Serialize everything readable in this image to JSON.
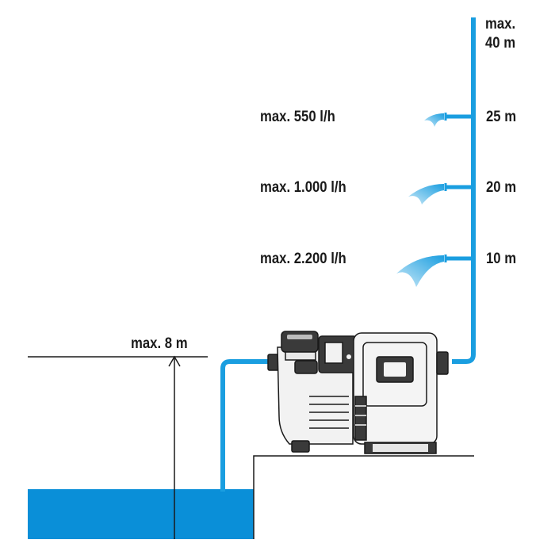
{
  "colors": {
    "water": "#0a8fd8",
    "pipe": "#1a9ee0",
    "spray": "#6cc4ee",
    "line": "#1a1a1a",
    "pump_body": "#f4f4f4",
    "pump_dark": "#3a3a3a"
  },
  "labels": {
    "top_height_line1": "max.",
    "top_height_line2": "40 m",
    "height_25": "25 m",
    "height_20": "20 m",
    "height_10": "10 m",
    "flow_25": "max. 550 l/h",
    "flow_20": "max. 1.000 l/h",
    "flow_10": "max. 2.200 l/h",
    "suction_height": "max. 8 m"
  },
  "icons": {
    "pump": "garden-pump-icon",
    "arrow": "arrow-up-icon",
    "spray": "water-spray-icon"
  }
}
